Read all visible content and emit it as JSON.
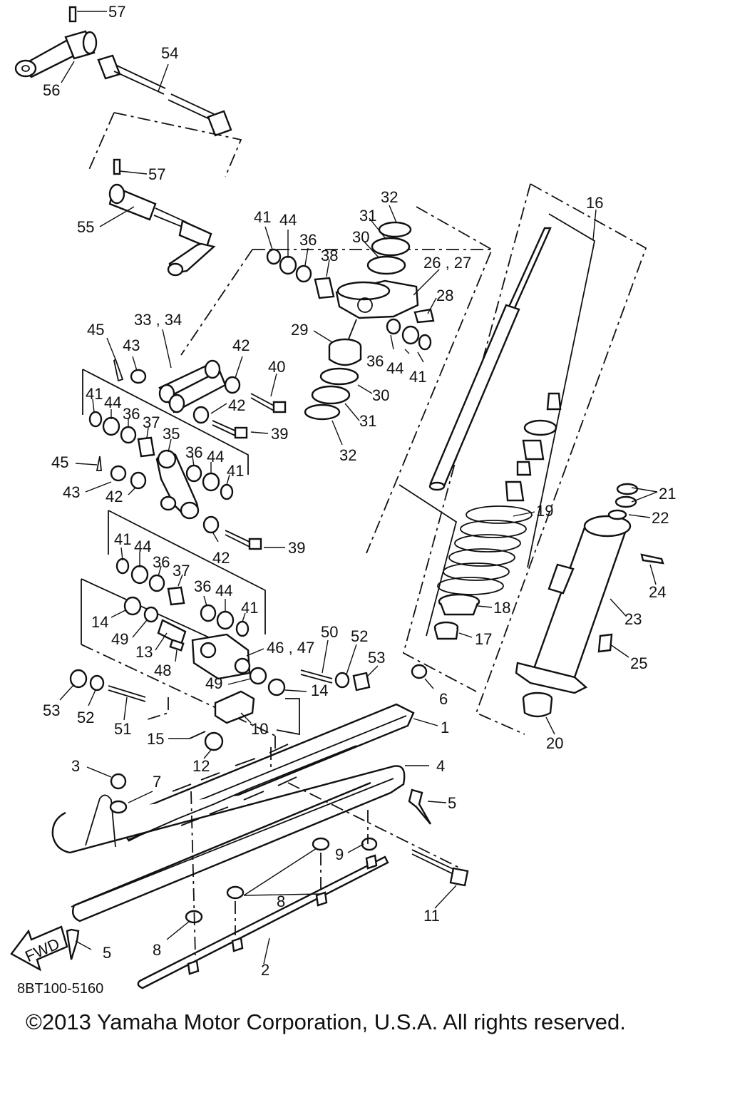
{
  "drawing_code": "8BT100-5160",
  "copyright": "©2013 Yamaha Motor Corporation, U.S.A. All rights reserved.",
  "fwd_label": "FWD",
  "callouts": [
    {
      "id": "c57a",
      "label": "57"
    },
    {
      "id": "c54",
      "label": "54"
    },
    {
      "id": "c56",
      "label": "56"
    },
    {
      "id": "c57b",
      "label": "57"
    },
    {
      "id": "c55",
      "label": "55"
    },
    {
      "id": "c41a",
      "label": "41"
    },
    {
      "id": "c44a",
      "label": "44"
    },
    {
      "id": "c36a",
      "label": "36"
    },
    {
      "id": "c38",
      "label": "38"
    },
    {
      "id": "c32a",
      "label": "32"
    },
    {
      "id": "c31a",
      "label": "31"
    },
    {
      "id": "c30a",
      "label": "30"
    },
    {
      "id": "c26",
      "label": "26 , 27"
    },
    {
      "id": "c28",
      "label": "28"
    },
    {
      "id": "c16",
      "label": "16"
    },
    {
      "id": "c29",
      "label": "29"
    },
    {
      "id": "c36b",
      "label": "36"
    },
    {
      "id": "c44b",
      "label": "44"
    },
    {
      "id": "c41b",
      "label": "41"
    },
    {
      "id": "c30b",
      "label": "30"
    },
    {
      "id": "c31b",
      "label": "31"
    },
    {
      "id": "c32b",
      "label": "32"
    },
    {
      "id": "c45a",
      "label": "45"
    },
    {
      "id": "c33",
      "label": "33 , 34"
    },
    {
      "id": "c43a",
      "label": "43"
    },
    {
      "id": "c42a",
      "label": "42"
    },
    {
      "id": "c40",
      "label": "40"
    },
    {
      "id": "c42b",
      "label": "42"
    },
    {
      "id": "c39a",
      "label": "39"
    },
    {
      "id": "c41c",
      "label": "41"
    },
    {
      "id": "c44c",
      "label": "44"
    },
    {
      "id": "c36c",
      "label": "36"
    },
    {
      "id": "c37a",
      "label": "37"
    },
    {
      "id": "c35",
      "label": "35"
    },
    {
      "id": "c36d",
      "label": "36"
    },
    {
      "id": "c44d",
      "label": "44"
    },
    {
      "id": "c41d",
      "label": "41"
    },
    {
      "id": "c45b",
      "label": "45"
    },
    {
      "id": "c43b",
      "label": "43"
    },
    {
      "id": "c42c",
      "label": "42"
    },
    {
      "id": "c42d",
      "label": "42"
    },
    {
      "id": "c39b",
      "label": "39"
    },
    {
      "id": "c41e",
      "label": "41"
    },
    {
      "id": "c44e",
      "label": "44"
    },
    {
      "id": "c36e",
      "label": "36"
    },
    {
      "id": "c37b",
      "label": "37"
    },
    {
      "id": "c36f",
      "label": "36"
    },
    {
      "id": "c44f",
      "label": "44"
    },
    {
      "id": "c41f",
      "label": "41"
    },
    {
      "id": "c14a",
      "label": "14"
    },
    {
      "id": "c49a",
      "label": "49"
    },
    {
      "id": "c13",
      "label": "13"
    },
    {
      "id": "c48",
      "label": "48"
    },
    {
      "id": "c46",
      "label": "46 , 47"
    },
    {
      "id": "c50",
      "label": "50"
    },
    {
      "id": "c52a",
      "label": "52"
    },
    {
      "id": "c53a",
      "label": "53"
    },
    {
      "id": "c49b",
      "label": "49"
    },
    {
      "id": "c14b",
      "label": "14"
    },
    {
      "id": "c53b",
      "label": "53"
    },
    {
      "id": "c52b",
      "label": "52"
    },
    {
      "id": "c51",
      "label": "51"
    },
    {
      "id": "c10",
      "label": "10"
    },
    {
      "id": "c15",
      "label": "15"
    },
    {
      "id": "c12",
      "label": "12"
    },
    {
      "id": "c3",
      "label": "3"
    },
    {
      "id": "c7",
      "label": "7"
    },
    {
      "id": "c6",
      "label": "6"
    },
    {
      "id": "c1",
      "label": "1"
    },
    {
      "id": "c4",
      "label": "4"
    },
    {
      "id": "c5a",
      "label": "5"
    },
    {
      "id": "c9",
      "label": "9"
    },
    {
      "id": "c8a",
      "label": "8"
    },
    {
      "id": "c8b",
      "label": "8"
    },
    {
      "id": "c11",
      "label": "11"
    },
    {
      "id": "c5b",
      "label": "5"
    },
    {
      "id": "c2",
      "label": "2"
    },
    {
      "id": "c19",
      "label": "19"
    },
    {
      "id": "c21",
      "label": "21"
    },
    {
      "id": "c22",
      "label": "22"
    },
    {
      "id": "c24",
      "label": "24"
    },
    {
      "id": "c18",
      "label": "18"
    },
    {
      "id": "c23",
      "label": "23"
    },
    {
      "id": "c17",
      "label": "17"
    },
    {
      "id": "c25",
      "label": "25"
    },
    {
      "id": "c20",
      "label": "20"
    }
  ]
}
